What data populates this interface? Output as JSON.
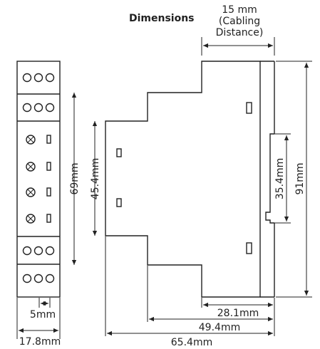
{
  "title": "Dimensions",
  "cabling_note": {
    "line1": "15 mm",
    "line2": "(Cabling",
    "line3": "Distance)"
  },
  "dimensions": {
    "front_height": "69mm",
    "inner_height": "45.4mm",
    "rail_height": "35.4mm",
    "total_height": "91mm",
    "terminal_pitch": "5mm",
    "front_width": "17.8mm",
    "depth_front": "28.1mm",
    "depth_mid": "49.4mm",
    "depth_total": "65.4mm"
  }
}
